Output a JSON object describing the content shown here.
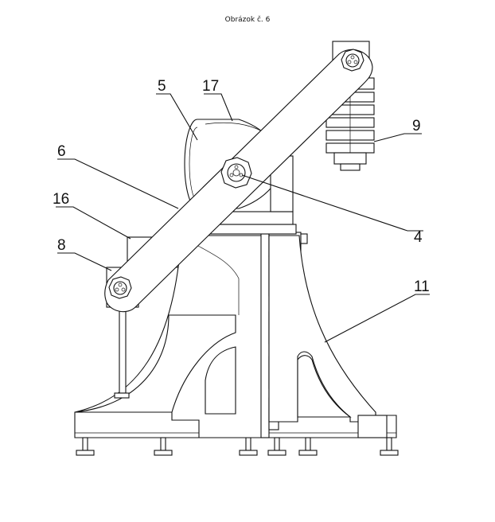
{
  "figure": {
    "caption": "Obrázok č. 6"
  },
  "callouts": [
    {
      "id": "label-5",
      "text": "5"
    },
    {
      "id": "label-17",
      "text": "17"
    },
    {
      "id": "label-6",
      "text": "6"
    },
    {
      "id": "label-16",
      "text": "16"
    },
    {
      "id": "label-8",
      "text": "8"
    },
    {
      "id": "label-9",
      "text": "9"
    },
    {
      "id": "label-4",
      "text": "4"
    },
    {
      "id": "label-11",
      "text": "11"
    }
  ]
}
